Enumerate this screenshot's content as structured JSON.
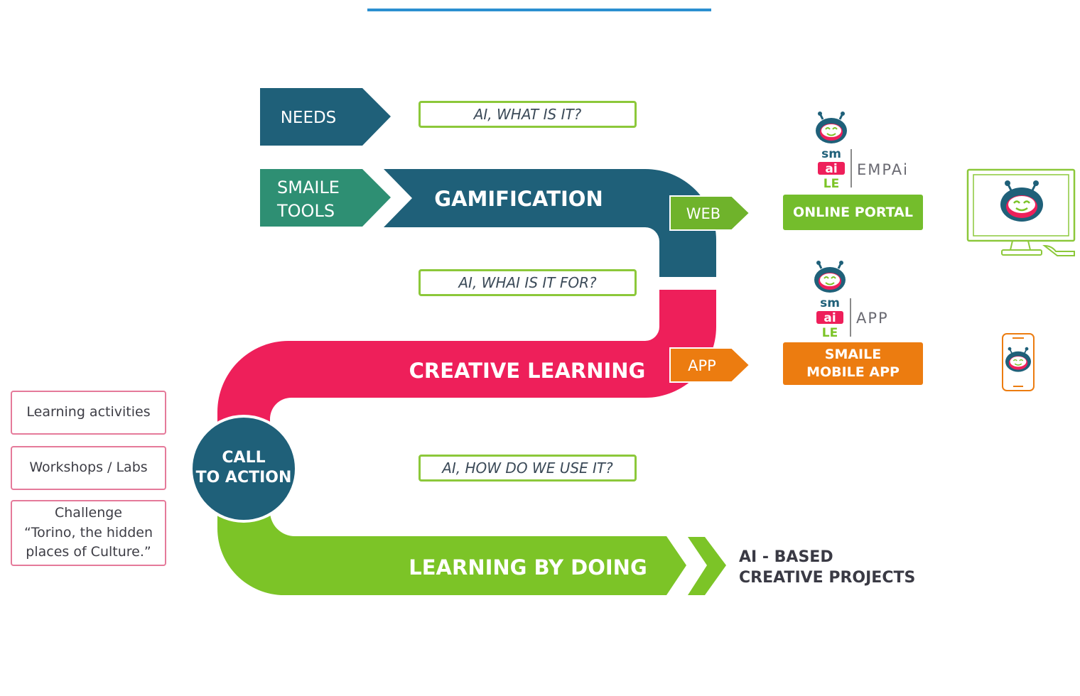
{
  "colors": {
    "teal_dark": "#1f6079",
    "teal_green": "#2e8f73",
    "pink": "#ee1f5a",
    "green": "#7cc427",
    "orange": "#ec7c10",
    "text_dark": "#3a3a44"
  },
  "process": {
    "needs": "NEEDS",
    "smaile_tools_line1": "SMAILE",
    "smaile_tools_line2": "TOOLS",
    "gamification": "GAMIFICATION",
    "creative_learning": "CREATIVE LEARNING",
    "learning_by_doing": "LEARNING BY DOING",
    "call_to_action_line1": "CALL",
    "call_to_action_line2": "TO ACTION"
  },
  "questions": {
    "q1": "AI, WHAT IS IT?",
    "q2": "AI, WHAI IS IT FOR?",
    "q3": "AI, HOW DO WE USE IT?"
  },
  "channels": {
    "web": "WEB",
    "app": "APP"
  },
  "outputs": {
    "online_portal": "ONLINE PORTAL",
    "mobile_app_line1": "SMAILE",
    "mobile_app_line2": "MOBILE APP",
    "projects_line1": "AI - BASED",
    "projects_line2": "CREATIVE PROJECTS"
  },
  "logos": {
    "logo1_letters": [
      "sm",
      "ai",
      "LE"
    ],
    "logo1_suffix": "EMPAi",
    "logo2_letters": [
      "sm",
      "ai",
      "LE"
    ],
    "logo2_suffix": "APP",
    "icons": [
      "robot-logo-icon",
      "desktop-computer-icon",
      "smartphone-icon"
    ]
  },
  "activities": {
    "a1": "Learning activities",
    "a2": "Workshops / Labs",
    "a3_line1": "Challenge",
    "a3_line2": "“Torino, the hidden",
    "a3_line3": "places of Culture.”"
  }
}
